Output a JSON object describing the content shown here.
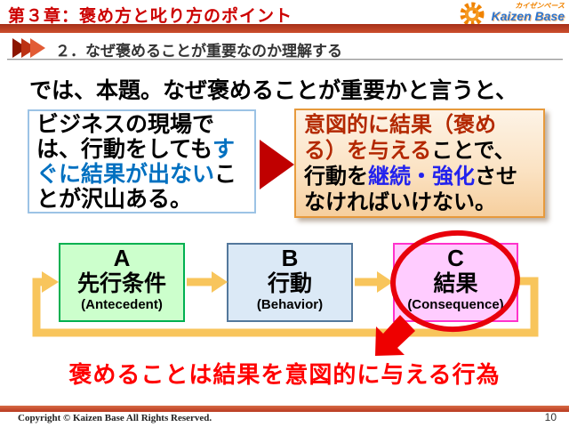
{
  "slide": {
    "title": "第３章：褒め方と叱り方のポイント",
    "section": "２．なぜ褒めることが重要なのか理解する",
    "lead": "では、本題。なぜ褒めることが重要かと言うと、",
    "conclusion": "褒めることは結果を意図的に与える行為",
    "page_number": "10"
  },
  "logo": {
    "kana": "カイゼンベース",
    "name": "Kaizen Base",
    "gear_color": "#f08300",
    "name_color": "#2e75cc"
  },
  "cause_box": {
    "segments": [
      {
        "text": "ビジネスの現場で\nは、行動をしても",
        "color": "#000000"
      },
      {
        "text": "す\nぐに結果が出ない",
        "color": "#0070c0"
      },
      {
        "text": "こ\nとが沢山ある。",
        "color": "#000000"
      }
    ],
    "border_color": "#9cc3e5"
  },
  "effect_box": {
    "segments": [
      {
        "text": "意図的に結果（褒め\nる）を与える",
        "color": "#b32800"
      },
      {
        "text": "ことで、\n行動を",
        "color": "#000000"
      },
      {
        "text": "継続・強化",
        "color": "#2222ee"
      },
      {
        "text": "させ\nなければいけない。",
        "color": "#000000"
      }
    ],
    "border_color": "#e79a3c"
  },
  "abc_model": {
    "boxes": [
      {
        "letter": "A",
        "label": "先行条件",
        "en": "(Antecedent)",
        "bg": "#ccffcc",
        "border": "#00b050"
      },
      {
        "letter": "B",
        "label": "行動",
        "en": "(Behavior)",
        "bg": "#dbe9f6",
        "border": "#54789c"
      },
      {
        "letter": "C",
        "label": "結果",
        "en": "(Consequence)",
        "bg": "#ffccff",
        "border": "#ff33cc"
      }
    ],
    "flow_arrow_color": "#f8c55c",
    "highlight_circle_color": "#e8000b",
    "emphasis_arrow_color": "#ee0000",
    "transform_arrow_color": "#c00000"
  },
  "footer": {
    "copyright": "Copyright ©  Kaizen Base  All Rights Reserved."
  },
  "colors": {
    "title_red": "#cc0000",
    "header_bar_red": "#c1432c",
    "conclusion_red": "#ff0000"
  }
}
